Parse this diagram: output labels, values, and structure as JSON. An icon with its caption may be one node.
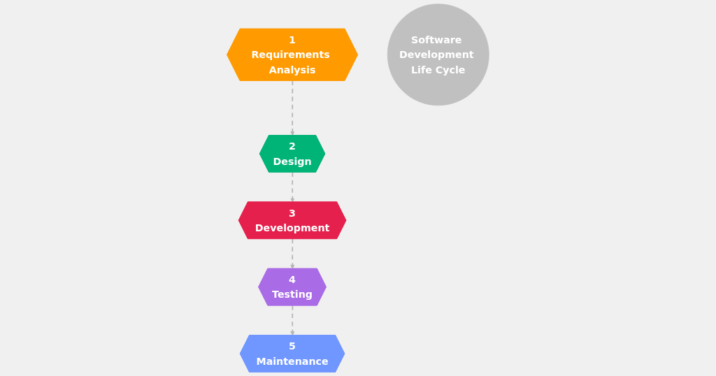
{
  "diagram": {
    "nodes": [
      {
        "text": [
          "1",
          "Requirements Analysis"
        ]
      },
      {
        "text": [
          "2",
          "Design"
        ]
      },
      {
        "text": [
          "3",
          "Development"
        ]
      },
      {
        "text": [
          "4",
          "Testing"
        ]
      },
      {
        "text": [
          "5",
          "Maintenance"
        ]
      },
      {
        "text": [
          "Software Development Life Cycle"
        ]
      }
    ],
    "edges": [
      {
        "from": 0,
        "to": 1,
        "arrow": "to",
        "style": "dashed"
      },
      {
        "from": 1,
        "to": 2,
        "arrow": "to",
        "style": "dashed"
      },
      {
        "from": 2,
        "to": 3,
        "arrow": "to",
        "style": "dashed"
      },
      {
        "from": 3,
        "to": 4,
        "arrow": "to",
        "style": "dashed"
      }
    ]
  }
}
